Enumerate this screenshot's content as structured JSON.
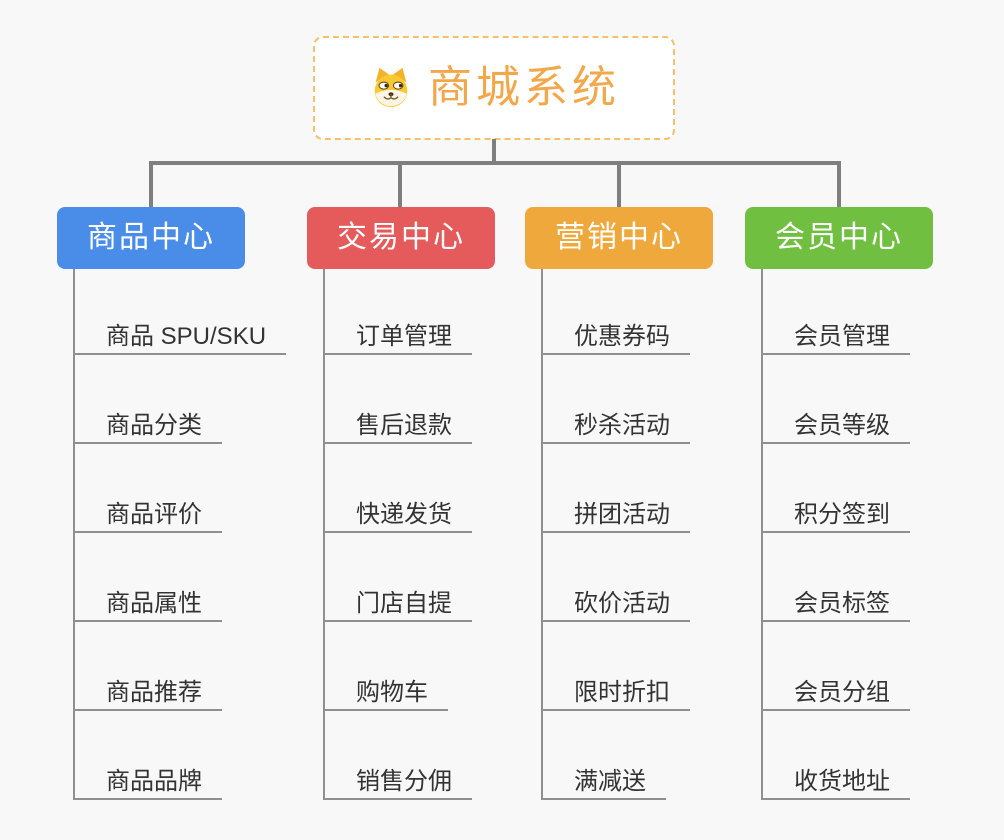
{
  "page": {
    "background": "#F8F8F8"
  },
  "colors": {
    "connector": "#7F7F7F",
    "sub_connector": "#8F8F8F",
    "item_text": "#333333"
  },
  "root": {
    "title": "商城系统",
    "icon": "dog-face-icon",
    "background": "#FFFFFF",
    "border_color": "#F6C06A",
    "title_color": "#F2A74B"
  },
  "branches": [
    {
      "label": "商品中心",
      "color": "#4A8DE8",
      "items": [
        "商品 SPU/SKU",
        "商品分类",
        "商品评价",
        "商品属性",
        "商品推荐",
        "商品品牌"
      ]
    },
    {
      "label": "交易中心",
      "color": "#E55B5B",
      "items": [
        "订单管理",
        "售后退款",
        "快递发货",
        "门店自提",
        "购物车",
        "销售分佣"
      ]
    },
    {
      "label": "营销中心",
      "color": "#EFA83C",
      "items": [
        "优惠券码",
        "秒杀活动",
        "拼团活动",
        "砍价活动",
        "限时折扣",
        "满减送"
      ]
    },
    {
      "label": "会员中心",
      "color": "#70BF41",
      "items": [
        "会员管理",
        "会员等级",
        "积分签到",
        "会员标签",
        "会员分组",
        "收货地址"
      ]
    }
  ]
}
